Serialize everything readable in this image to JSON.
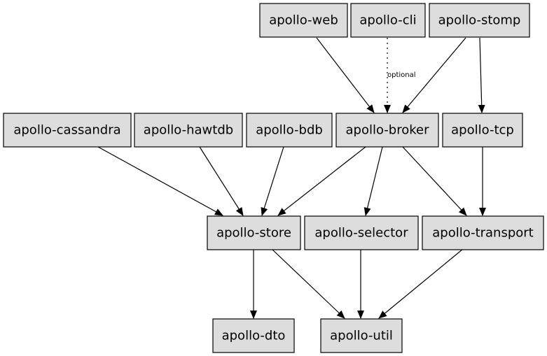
{
  "nodes": {
    "web": "apollo-web",
    "cli": "apollo-cli",
    "stomp": "apollo-stomp",
    "cassandra": "apollo-cassandra",
    "hawtdb": "apollo-hawtdb",
    "bdb": "apollo-bdb",
    "broker": "apollo-broker",
    "tcp": "apollo-tcp",
    "store": "apollo-store",
    "selector": "apollo-selector",
    "transport": "apollo-transport",
    "dto": "apollo-dto",
    "util": "apollo-util"
  },
  "edges": [
    {
      "from": "apollo-web",
      "to": "apollo-broker"
    },
    {
      "from": "apollo-cli",
      "to": "apollo-broker",
      "style": "dotted",
      "label": "optional"
    },
    {
      "from": "apollo-stomp",
      "to": "apollo-broker"
    },
    {
      "from": "apollo-stomp",
      "to": "apollo-tcp"
    },
    {
      "from": "apollo-cassandra",
      "to": "apollo-store"
    },
    {
      "from": "apollo-hawtdb",
      "to": "apollo-store"
    },
    {
      "from": "apollo-bdb",
      "to": "apollo-store"
    },
    {
      "from": "apollo-broker",
      "to": "apollo-store"
    },
    {
      "from": "apollo-broker",
      "to": "apollo-selector"
    },
    {
      "from": "apollo-broker",
      "to": "apollo-transport"
    },
    {
      "from": "apollo-tcp",
      "to": "apollo-transport"
    },
    {
      "from": "apollo-store",
      "to": "apollo-dto"
    },
    {
      "from": "apollo-store",
      "to": "apollo-util"
    },
    {
      "from": "apollo-selector",
      "to": "apollo-util"
    },
    {
      "from": "apollo-transport",
      "to": "apollo-util"
    }
  ],
  "colors": {
    "node_fill": "#dddddd",
    "node_stroke": "#000000",
    "edge": "#000000",
    "background": "#ffffff"
  }
}
